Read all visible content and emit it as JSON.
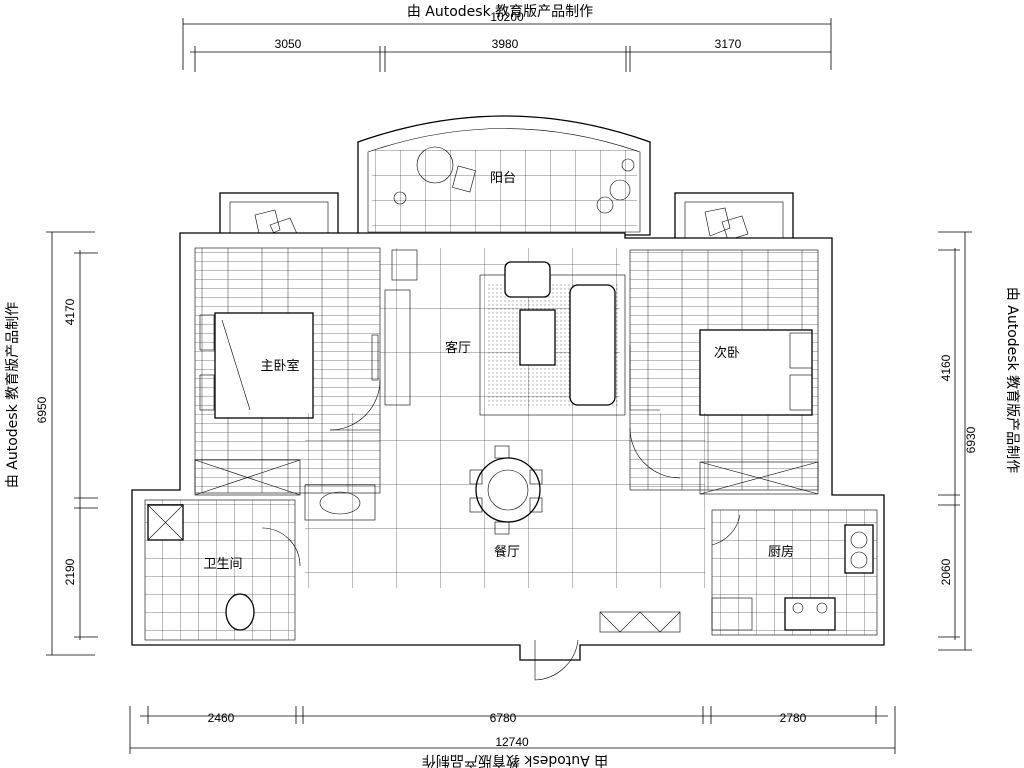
{
  "watermark": {
    "top": "由 Autodesk 教育版产品制作",
    "left": "由 Autodesk 教育版产品制作",
    "right": "由 Autodesk 教育版产品制作",
    "bottom": "由 Autodesk 教育版产品制作"
  },
  "dimensions": {
    "top_total": "10200",
    "top_segments": [
      "3050",
      "3980",
      "3170"
    ],
    "bottom_total": "12740",
    "bottom_segments": [
      "2460",
      "6780",
      "2780"
    ],
    "left_total": "6950",
    "left_segments": [
      "4170",
      "2190"
    ],
    "right_total": "6930",
    "right_segments": [
      "4160",
      "2060"
    ]
  },
  "rooms": {
    "balcony": "阳台",
    "master_bedroom": "主卧室",
    "living_room": "客厅",
    "second_bedroom": "次卧",
    "dining_room": "餐厅",
    "bathroom": "卫生间",
    "kitchen": "厨房"
  }
}
